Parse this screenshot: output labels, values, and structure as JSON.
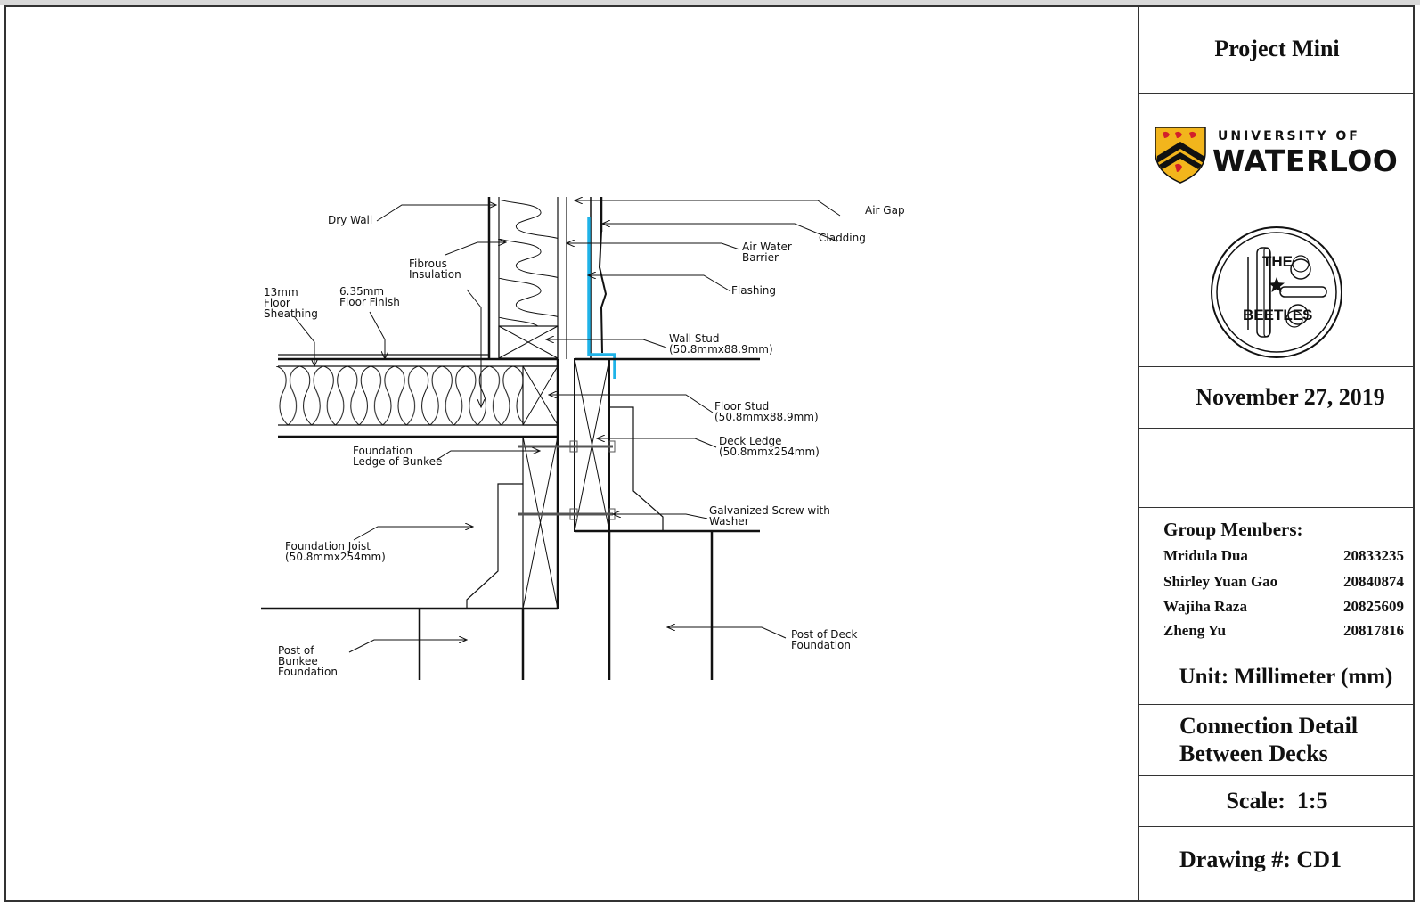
{
  "drawing": {
    "labels": {
      "dry_wall": "Dry Wall",
      "fibrous_insulation_1": "Fibrous",
      "fibrous_insulation_2": "Insulation",
      "floor_sheathing_1": "13mm",
      "floor_sheathing_2": "Floor",
      "floor_sheathing_3": "Sheathing",
      "floor_finish_1": "6.35mm",
      "floor_finish_2": "Floor Finish",
      "air_gap": "Air Gap",
      "cladding": "Cladding",
      "air_water_barrier_1": "Air Water",
      "air_water_barrier_2": "Barrier",
      "flashing": "Flashing",
      "wall_stud_1": "Wall Stud",
      "wall_stud_2": "(50.8mmx88.9mm)",
      "floor_stud_1": "Floor Stud",
      "floor_stud_2": "(50.8mmx88.9mm)",
      "deck_ledge_1": "Deck Ledge",
      "deck_ledge_2": "(50.8mmx254mm)",
      "foundation_ledge_1": "Foundation",
      "foundation_ledge_2": "Ledge of Bunkee",
      "galvanized_screw_1": "Galvanized Screw with",
      "galvanized_screw_2": "Washer",
      "foundation_joist_1": "Foundation Joist",
      "foundation_joist_2": "(50.8mmx254mm)",
      "post_bunkee_1": "Post of",
      "post_bunkee_2": "Bunkee",
      "post_bunkee_3": "Foundation",
      "post_deck_1": "Post of Deck",
      "post_deck_2": "Foundation"
    },
    "colors": {
      "flashing_line": "#1fb3e8",
      "ink": "#111111"
    }
  },
  "title_block": {
    "project": "Project Mini",
    "university_line1": "UNIVERSITY OF",
    "university_line2": "WATERLOO",
    "team_logo_line1": "THE",
    "team_logo_line2": "BEETLES",
    "date": "November 27, 2019",
    "members_title": "Group Members:",
    "members": [
      {
        "name": "Mridula Dua",
        "id": "20833235"
      },
      {
        "name": "Shirley Yuan Gao",
        "id": "20840874"
      },
      {
        "name": "Wajiha Raza",
        "id": "20825609"
      },
      {
        "name": "Zheng Yu",
        "id": "20817816"
      }
    ],
    "unit": "Unit: Millimeter (mm)",
    "drawing_title_1": "Connection Detail",
    "drawing_title_2": "Between Decks",
    "scale": "Scale:  1:5",
    "drawing_number": "Drawing #: CD1",
    "colors": {
      "shield_gold": "#f2b51c",
      "shield_red": "#d21f2b",
      "shield_black": "#111111"
    }
  }
}
